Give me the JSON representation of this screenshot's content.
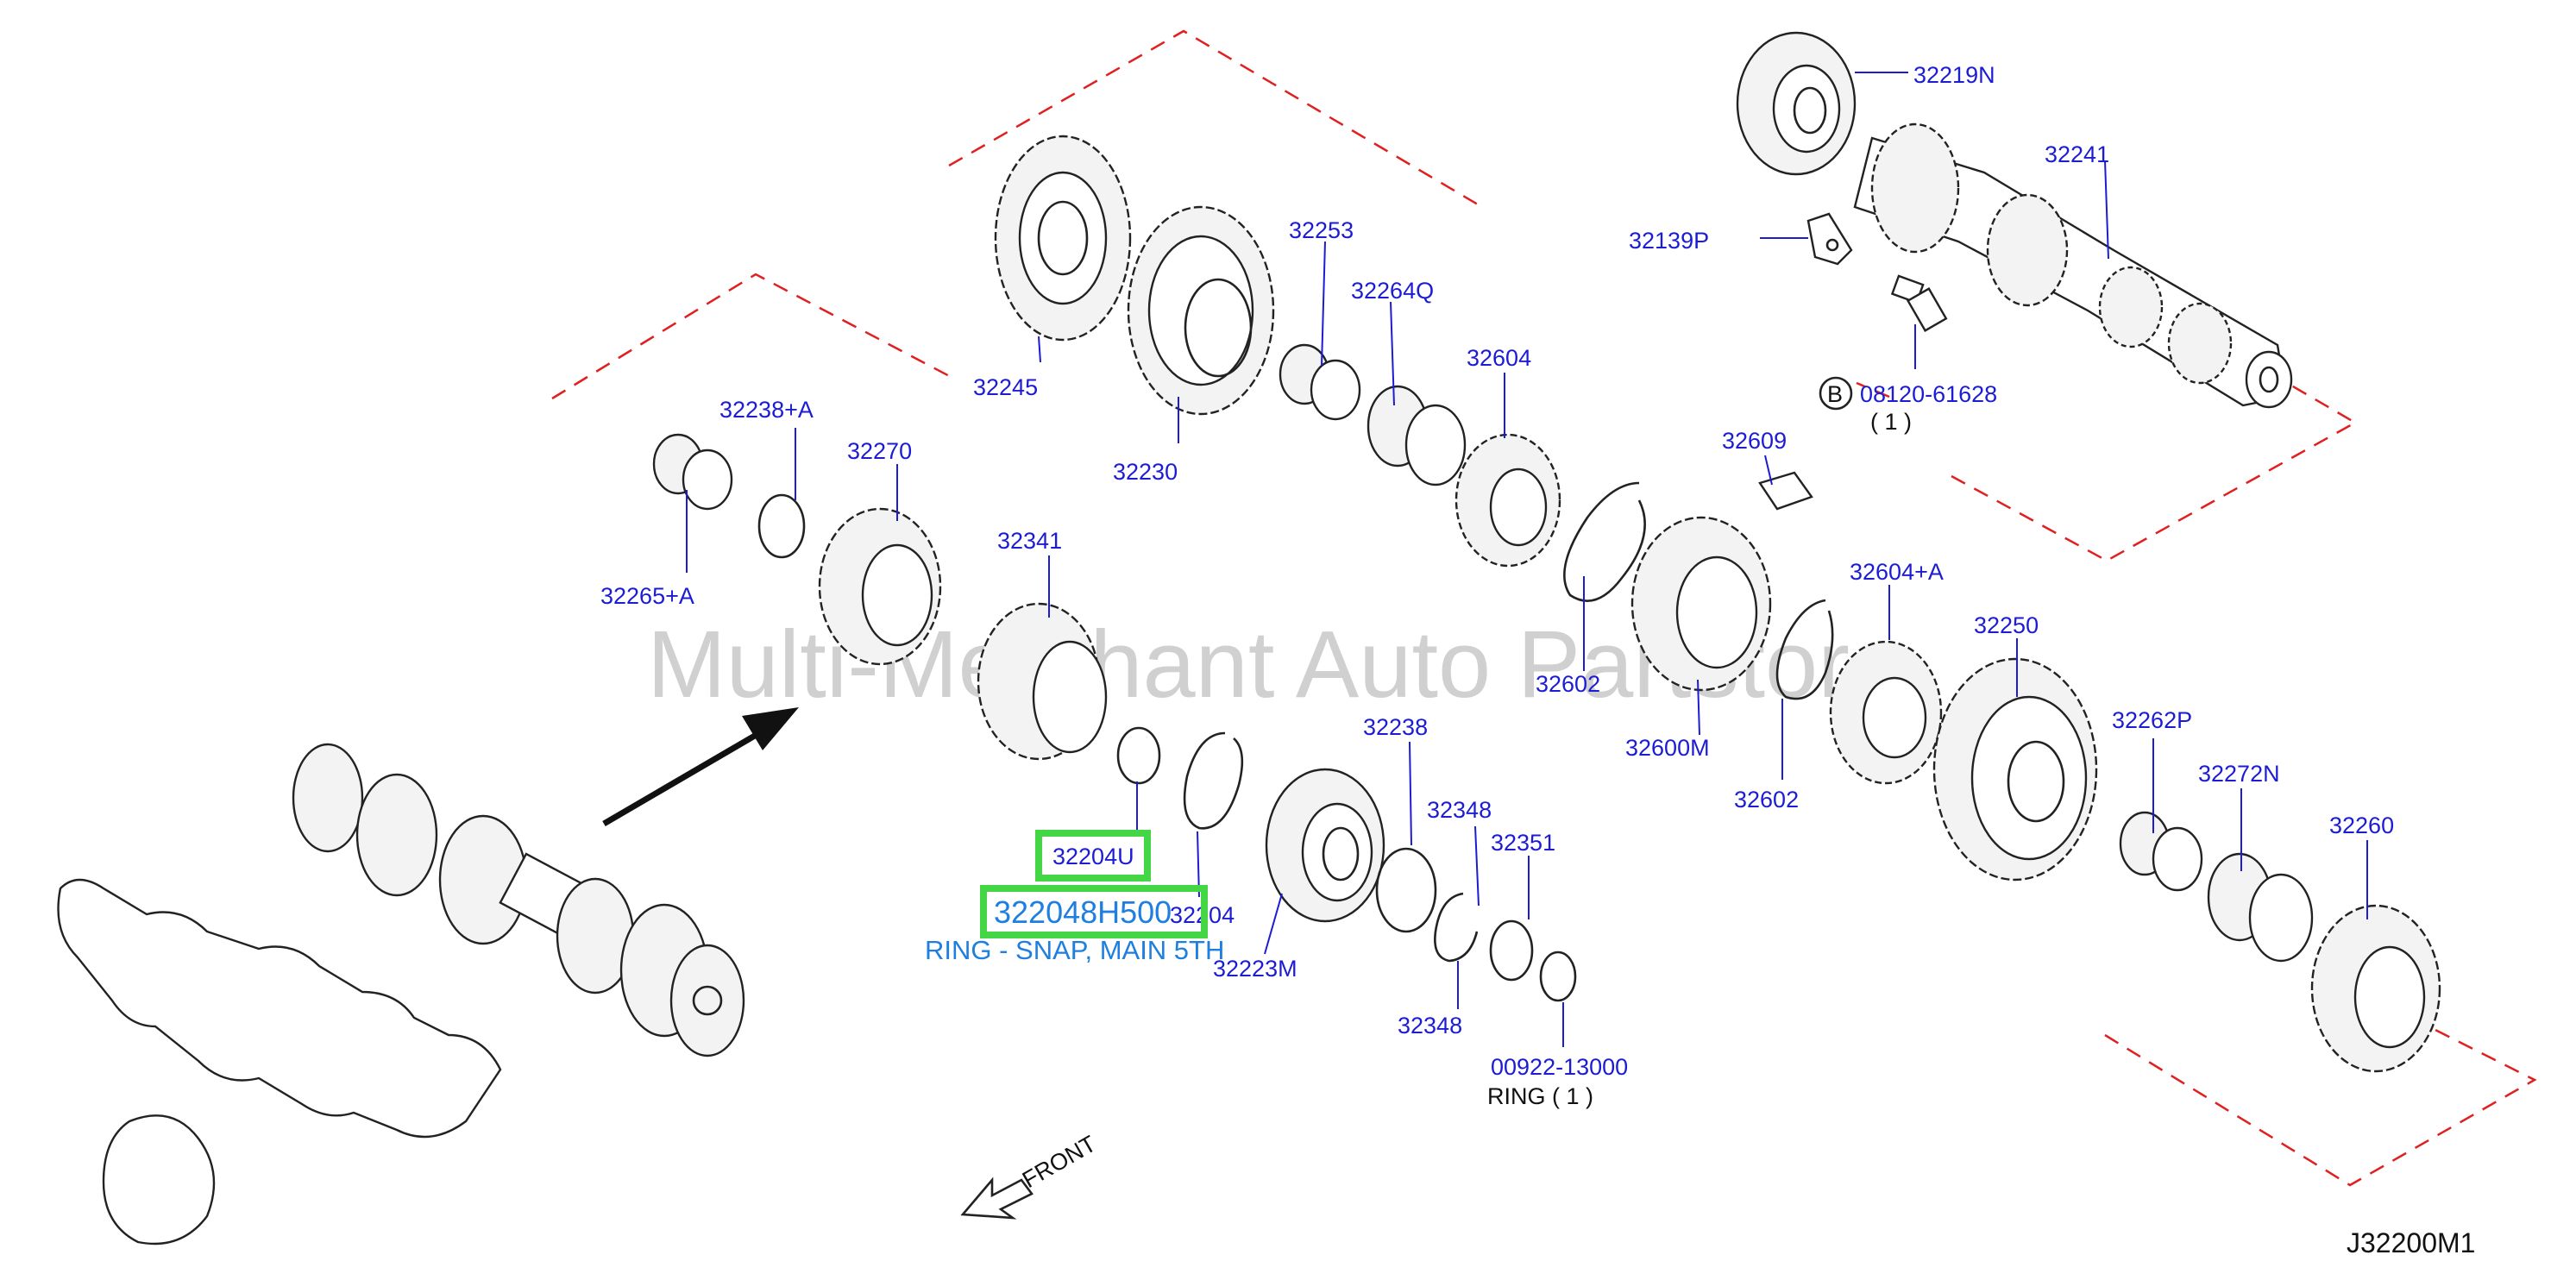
{
  "diagram_id": "J32200M1",
  "watermark": "Multi-Merchant Auto Partstore",
  "front_label": "FRONT",
  "bolt_marker": "B",
  "callouts": {
    "c32219N": "32219N",
    "c32241": "32241",
    "c32139P": "32139P",
    "c08120": "08120-61628",
    "c08120_qty": "( 1 )",
    "c32253": "32253",
    "c32264Q": "32264Q",
    "c32604": "32604",
    "c32245": "32245",
    "c32230": "32230",
    "c32609": "32609",
    "c32238A": "32238+A",
    "c32270": "32270",
    "c32265A": "32265+A",
    "c32341": "32341",
    "c32604A": "32604+A",
    "c32250": "32250",
    "c32602a": "32602",
    "c32600M": "32600M",
    "c32602b": "32602",
    "c32262P": "32262P",
    "c32272N": "32272N",
    "c32260": "32260",
    "c32238": "32238",
    "c32348a": "32348",
    "c32351": "32351",
    "c32204U": "32204U",
    "c32204": "32204",
    "c32223M": "32223M",
    "c32348b": "32348",
    "c00922": "00922-13000",
    "c00922_ring": "RING ( 1 )"
  },
  "selected": {
    "part_number": "322048H500",
    "description": "RING - SNAP, MAIN 5TH"
  },
  "colors": {
    "callout": "#1c1cd4",
    "highlight": "#45d645",
    "dashed_outline": "#e02020",
    "description": "#1e7fe0"
  }
}
